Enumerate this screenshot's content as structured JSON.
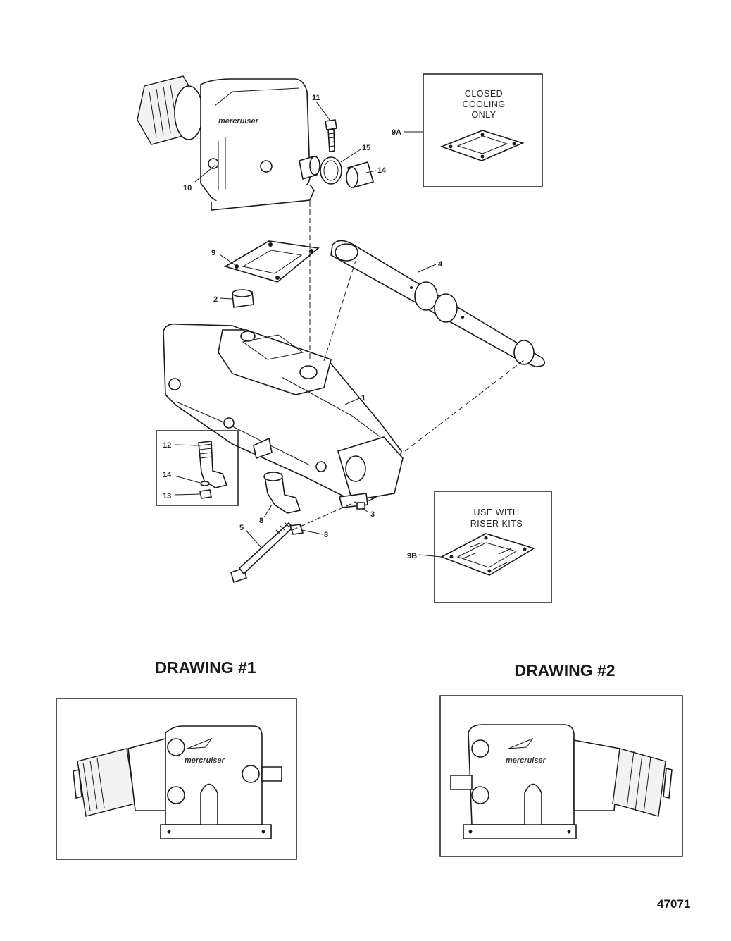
{
  "callouts": {
    "c11": "11",
    "c15": "15",
    "c14a": "14",
    "c10": "10",
    "c9a": "9A",
    "c9": "9",
    "c2": "2",
    "c4": "4",
    "c1": "1",
    "c12": "12",
    "c14b": "14",
    "c13": "13",
    "c8a": "8",
    "c3": "3",
    "c5": "5",
    "c8b": "8",
    "c9b": "9B"
  },
  "box_closed": {
    "line1": "CLOSED",
    "line2": "COOLING",
    "line3": "ONLY"
  },
  "box_riser": {
    "line1": "USE WITH",
    "line2": "RISER KITS"
  },
  "drawing1": {
    "title": "DRAWING #1"
  },
  "drawing2": {
    "title": "DRAWING #2"
  },
  "figure_number": "47071"
}
